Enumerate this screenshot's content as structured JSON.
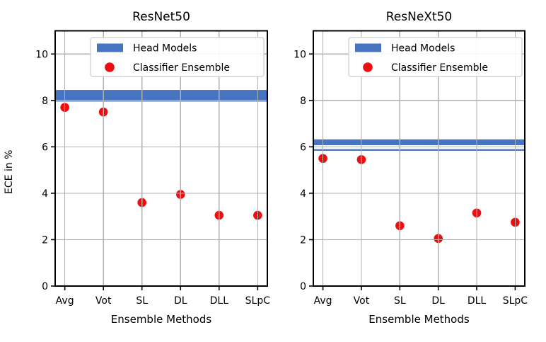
{
  "figure": {
    "background": "#ffffff"
  },
  "colors": {
    "head_models_blue": "#4674C1",
    "classifier_red": "#EE0E0E",
    "grid_gray": "#B0B0B0",
    "axis_black": "#000000",
    "legend_border": "#CCCCCC",
    "legend_fill": "#FFFFFF"
  },
  "chart_data": [
    {
      "type": "scatter",
      "title": "ResNet50",
      "xlabel": "Ensemble Methods",
      "ylabel": "ECE in %",
      "categories": [
        "Avg",
        "Vot",
        "SL",
        "DL",
        "DLL",
        "SLpC"
      ],
      "ylim": [
        0,
        11
      ],
      "yticks": [
        0,
        2,
        4,
        6,
        8,
        10
      ],
      "grid": true,
      "series": [
        {
          "name": "Head Models",
          "style": "band",
          "band_segments": [
            [
              7.95,
              8.45
            ]
          ]
        },
        {
          "name": "Classifier Ensemble",
          "style": "scatter",
          "values": [
            7.7,
            7.5,
            3.6,
            3.95,
            3.05,
            3.05
          ]
        }
      ],
      "legend": {
        "position": "upper-right-inside",
        "items": [
          {
            "label": "Head Models",
            "marker": "patch"
          },
          {
            "label": "Classifier Ensemble",
            "marker": "dot"
          }
        ]
      }
    },
    {
      "type": "scatter",
      "title": "ResNeXt50",
      "xlabel": "Ensemble Methods",
      "categories": [
        "Avg",
        "Vot",
        "SL",
        "DL",
        "DLL",
        "SLpC"
      ],
      "ylim": [
        0,
        11
      ],
      "yticks": [
        0,
        2,
        4,
        6,
        8,
        10
      ],
      "grid": true,
      "series": [
        {
          "name": "Head Models",
          "style": "band",
          "band_segments": [
            [
              6.07,
              6.32
            ],
            [
              5.83,
              5.9
            ]
          ]
        },
        {
          "name": "Classifier Ensemble",
          "style": "scatter",
          "values": [
            5.5,
            5.45,
            2.6,
            2.05,
            3.15,
            2.75
          ]
        }
      ],
      "legend": {
        "position": "upper-right-inside",
        "items": [
          {
            "label": "Head Models",
            "marker": "patch"
          },
          {
            "label": "Classifier Ensemble",
            "marker": "dot"
          }
        ]
      }
    }
  ]
}
